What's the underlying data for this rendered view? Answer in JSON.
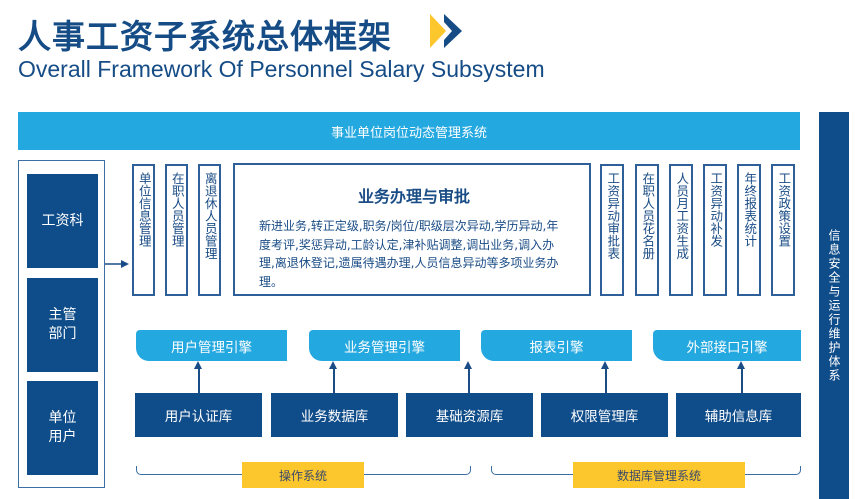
{
  "header": {
    "title": "人事工资子系统总体框架",
    "subtitle": "Overall Framework Of Personnel Salary Subsystem"
  },
  "top_bar": "事业单位岗位动态管理系统",
  "right_bar": "信息安全与运行维护体系",
  "left_users": [
    "工资科",
    "主管\n部门",
    "单位\n用户"
  ],
  "modules_left": [
    "单位信息管理",
    "在职人员管理",
    "离退休人员管理"
  ],
  "main": {
    "title": "业务办理与审批",
    "desc": "新进业务,转正定级,职务/岗位/职级层次异动,学历异动,年度考评,奖惩异动,工龄认定,津补贴调整,调出业务,调入办理,离退休登记,遗属待遇办理,人员信息异动等多项业务办理。"
  },
  "modules_right": [
    "工资异动审批表",
    "在职人员花名册",
    "人员月工资生成",
    "工资异动补发",
    "年终报表统计",
    "工资政策设置"
  ],
  "engines": [
    "用户管理引擎",
    "业务管理引擎",
    "报表引擎",
    "外部接口引擎"
  ],
  "databases": [
    "用户认证库",
    "业务数据库",
    "基础资源库",
    "权限管理库",
    "辅助信息库"
  ],
  "foundations": [
    "操作系统",
    "数据库管理系统"
  ],
  "colors": {
    "dark_blue": "#0f4c8a",
    "light_blue": "#24a8e0",
    "yellow": "#fcc62d"
  }
}
